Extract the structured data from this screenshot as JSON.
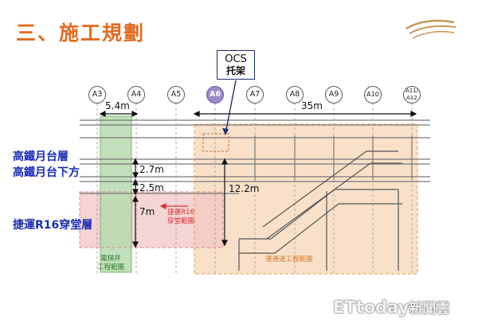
{
  "slide": {
    "title": "三、施工規劃"
  },
  "ocs": {
    "line1": "OCS",
    "line2": "托架"
  },
  "axes": [
    {
      "label": "A3",
      "active": false
    },
    {
      "label": "A4",
      "active": false
    },
    {
      "label": "A5",
      "active": false
    },
    {
      "label": "A6",
      "active": true
    },
    {
      "label": "A7",
      "active": false
    },
    {
      "label": "A8",
      "active": false
    },
    {
      "label": "A9",
      "active": false
    },
    {
      "label": "A10",
      "active": false
    },
    {
      "label": "A11/\nA12",
      "active": false
    }
  ],
  "levels": {
    "platform": "高鐵月台層",
    "below_platform": "高鐵月台下方",
    "mrt_concourse": "捷運R16穿堂層"
  },
  "dims": {
    "span_a3_a4": "5.4m",
    "span_main": "35m",
    "h1": "2.7m",
    "h2": "2.5m",
    "h3": "7m",
    "h_total": "12.2m"
  },
  "areas": {
    "mrt_line1": "捷運R16",
    "mrt_line2": "穿堂範圍",
    "elevator_line1": "電梯井",
    "elevator_line2": "工程範圍",
    "passage": "連通道工程範圍"
  },
  "watermark": {
    "brand": "ETtoday",
    "suffix": "新聞雲"
  },
  "colors": {
    "title": "#e36b1e",
    "level_label": "#1a2db5",
    "elevator_fill": "#b8dbb0",
    "mrt_fill": "#f2c6c6",
    "passage_fill": "#f6d7b5",
    "active_axis": "#9b8bc8"
  }
}
